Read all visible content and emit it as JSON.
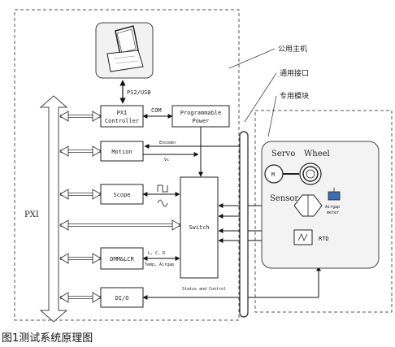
{
  "caption": "图1测试系统原理图",
  "callouts": {
    "host": "公用主机",
    "bus": "通用接口",
    "dedicated": "专用模块"
  },
  "bus_label": "PXI",
  "ps2_label": "PS2/USB",
  "com_label": "COM",
  "modules": {
    "pxi_controller": "PXI Controller",
    "prog_power": "Programmable Power",
    "motion": "Motion",
    "scope": "Scope",
    "switch": "Switch",
    "dmm": "DMM&LCR",
    "dio": "DI/O"
  },
  "signals": {
    "encoder": "Encoder",
    "vc": "Vc",
    "lcr": "L, C, R",
    "temp": "Temp, Airgap",
    "status": "Status and Control"
  },
  "fixture": {
    "servo": "Servo",
    "motor": "M",
    "wheel": "Wheel",
    "sensor": "Sensor",
    "airgap": "Airgap meter",
    "rtd": "RTD"
  }
}
